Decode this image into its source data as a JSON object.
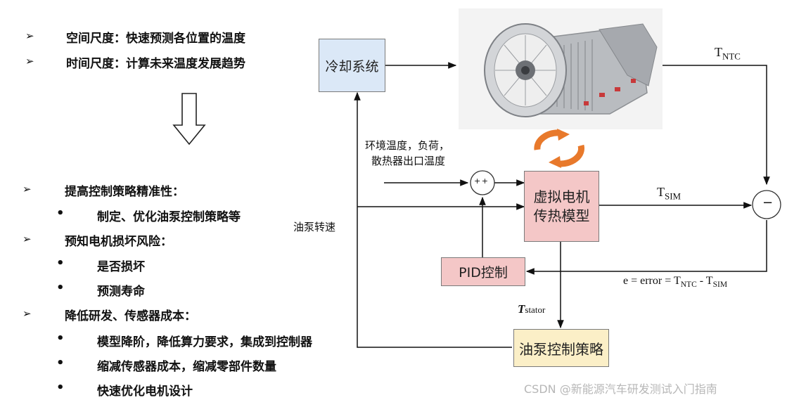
{
  "left_panel": {
    "top_bullets": [
      {
        "marker": "➢",
        "text": "空间尺度：快速预测各位置的温度"
      },
      {
        "marker": "➢",
        "text": "时间尺度：计算未来温度发展趋势"
      }
    ],
    "items": [
      {
        "level": 1,
        "marker": "➢",
        "text": "提高控制策略精准性："
      },
      {
        "level": 2,
        "marker": "•",
        "text": "制定、优化油泵控制策略等"
      },
      {
        "level": 1,
        "marker": "➢",
        "text": "预知电机损坏风险："
      },
      {
        "level": 2,
        "marker": "•",
        "text": "是否损坏"
      },
      {
        "level": 2,
        "marker": "•",
        "text": "预测寿命"
      },
      {
        "level": 1,
        "marker": "➢",
        "text": "降低研发、传感器成本："
      },
      {
        "level": 2,
        "marker": "•",
        "text": "模型降阶，降低算力要求，集成到控制器"
      },
      {
        "level": 2,
        "marker": "•",
        "text": "缩减传感器成本，缩减零部件数量"
      },
      {
        "level": 2,
        "marker": "•",
        "text": "快速优化电机设计"
      }
    ]
  },
  "diagram": {
    "cooling_box": "冷却系统",
    "model_box_line1": "虚拟电机",
    "model_box_line2": "传热模型",
    "pid_box": "PID控制",
    "pump_box": "油泵控制策略",
    "env_label_line1": "环境温度，负荷，",
    "env_label_line2": "散热器出口温度",
    "pump_speed_label": "油泵转速",
    "t_ntc": {
      "base": "T",
      "sub": "NTC"
    },
    "t_sim": {
      "base": "T",
      "sub": "SIM"
    },
    "t_stator": {
      "base": "T",
      "sub": "stator"
    },
    "error": {
      "prefix": "e = error = T",
      "sub1": "NTC",
      "mid": " - T",
      "sub2": "SIM"
    },
    "sum_left_signs": "+ +",
    "sum_right_sign": "−"
  },
  "colors": {
    "cooling_fill": "#dbe8f7",
    "model_fill": "#f4c7c7",
    "pid_fill": "#f4c7c7",
    "pump_fill": "#fbefc7",
    "loop_icon": "#e8792b"
  },
  "watermark": "CSDN @新能源汽车研发测试入门指南"
}
